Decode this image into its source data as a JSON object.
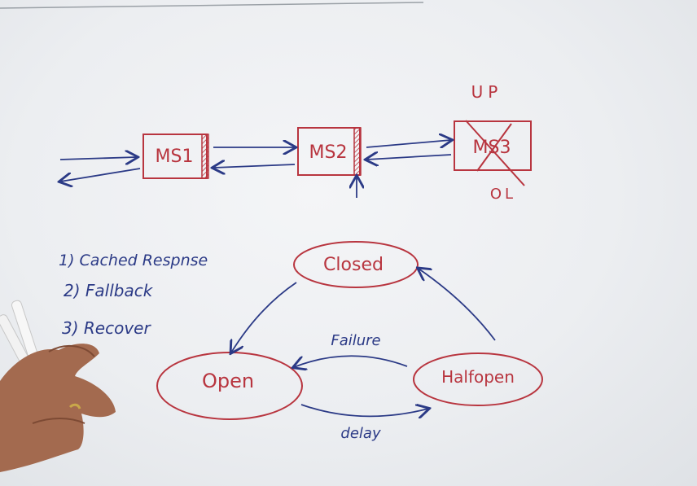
{
  "whiteboard": {
    "services": {
      "ms1": "MS1",
      "ms2": "MS2",
      "ms3": "MS3"
    },
    "ms3_status_top": "UP",
    "ms3_status_bottom": "OL",
    "list": {
      "item1": "1) Cached Respnse",
      "item2": "2) Fallback",
      "item3": "3) Recover"
    },
    "states": {
      "closed": "Closed",
      "open": "Open",
      "halfopen": "Halfopen"
    },
    "transitions": {
      "failure": "Failure",
      "delay": "delay"
    },
    "colors": {
      "red_marker": "#b8353f",
      "blue_marker": "#2b3a86"
    }
  }
}
